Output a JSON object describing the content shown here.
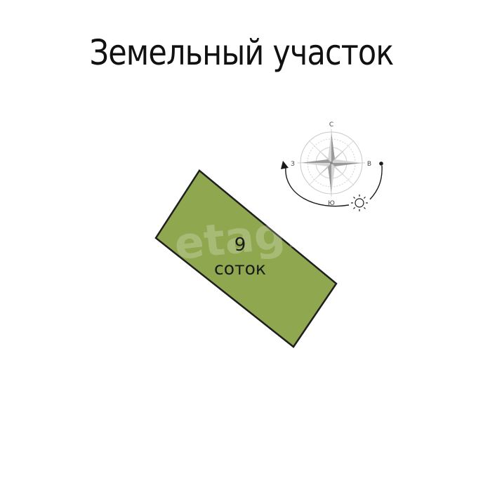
{
  "title": "Земельный участок",
  "plot": {
    "value": "9",
    "unit": "соток",
    "fill_color": "#8fa84f",
    "stroke_color": "#1f1f1f"
  },
  "compass": {
    "north": "С",
    "south": "Ю",
    "east": "В",
    "west": "З"
  },
  "watermark": "etagi",
  "icons": [
    "compass-rose-icon",
    "sun-icon",
    "sun-path-arrow-icon"
  ]
}
